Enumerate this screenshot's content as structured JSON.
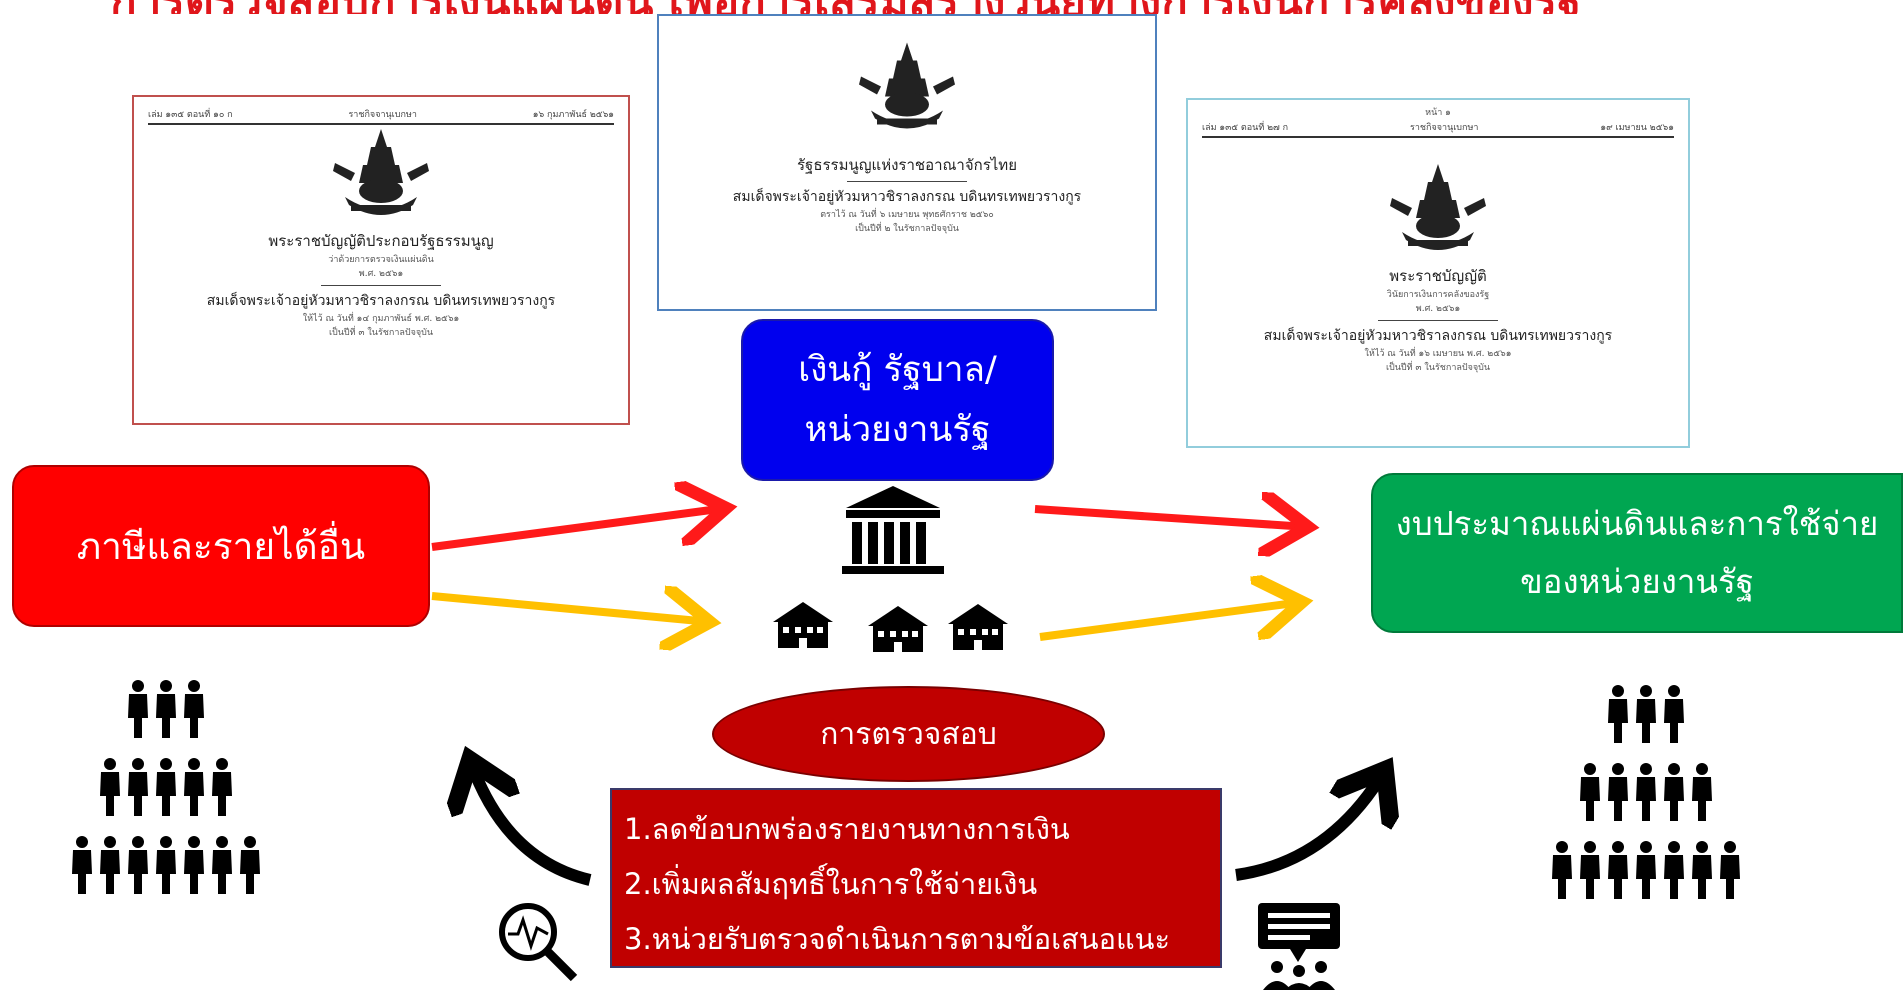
{
  "header": {
    "title": "การตรวจสอบการเงินแผ่นดิน เพื่อการเสริมสร้างวินัยทางการเงินการคลังของรัฐ"
  },
  "documents": {
    "left": {
      "header_left": "เล่ม ๑๓๕ ตอนที่ ๑๐ ก",
      "header_center": "ราชกิจจานุเบกษา",
      "header_right": "๑๖ กุมภาพันธ์ ๒๕๖๑",
      "title": "พระราชบัญญัติประกอบรัฐธรรมนูญ",
      "subtitle": "ว่าด้วยการตรวจเงินแผ่นดิน",
      "year": "พ.ศ. ๒๕๖๑",
      "signer": "สมเด็จพระเจ้าอยู่หัวมหาวชิราลงกรณ บดินทรเทพยวรางกูร",
      "date": "ให้ไว้ ณ วันที่ ๑๔ กุมภาพันธ์ พ.ศ. ๒๕๖๑",
      "reign": "เป็นปีที่ ๓ ในรัชกาลปัจจุบัน"
    },
    "middle": {
      "title": "รัฐธรรมนูญแห่งราชอาณาจักรไทย",
      "signer": "สมเด็จพระเจ้าอยู่หัวมหาวชิราลงกรณ บดินทรเทพยวรางกูร",
      "date": "ตราไว้ ณ วันที่ ๖ เมษายน พุทธศักราช ๒๕๖๐",
      "reign": "เป็นปีที่ ๒ ในรัชกาลปัจจุบัน"
    },
    "right": {
      "page": "หน้า ๑",
      "header_left": "เล่ม ๑๓๕ ตอนที่ ๒๗ ก",
      "header_center": "ราชกิจจานุเบกษา",
      "header_right": "๑๙ เมษายน ๒๕๖๑",
      "title": "พระราชบัญญัติ",
      "subtitle": "วินัยการเงินการคลังของรัฐ",
      "year": "พ.ศ. ๒๕๖๑",
      "signer": "สมเด็จพระเจ้าอยู่หัวมหาวชิราลงกรณ บดินทรเทพยวรางกูร",
      "date": "ให้ไว้ ณ วันที่ ๑๖ เมษายน พ.ศ. ๒๕๖๑",
      "reign": "เป็นปีที่ ๓ ในรัชกาลปัจจุบัน"
    }
  },
  "nodes": {
    "loans_line1": "เงินกู้ รัฐบาล/",
    "loans_line2": "หน่วยงานรัฐ",
    "taxes": "ภาษีและรายได้อื่น",
    "budget_line1": "งบประมาณแผ่นดินและการใช้จ่าย",
    "budget_line2": "ของหน่วยงานรัฐ",
    "audit": "การตรวจสอบ"
  },
  "results": [
    "1.ลดข้อบกพร่องรายงานทางการเงิน",
    "2.เพิ่มผลสัมฤทธิ์ในการใช้จ่ายเงิน",
    "3.หน่วยรับตรวจดำเนินการตามข้อเสนอแนะ"
  ],
  "icons": [
    "government-building-icon",
    "school-icon",
    "people-pyramid-icon",
    "audit-magnifier-icon",
    "presentation-audience-icon",
    "curved-arrow-icon"
  ],
  "colors": {
    "title_red": "#e0161b",
    "tax_red": "#ff0000",
    "loans_blue": "#0000ee",
    "budget_green": "#00a651",
    "audit_red": "#c00000",
    "arrow_red": "#ff1a1a",
    "arrow_yellow": "#ffc000"
  }
}
